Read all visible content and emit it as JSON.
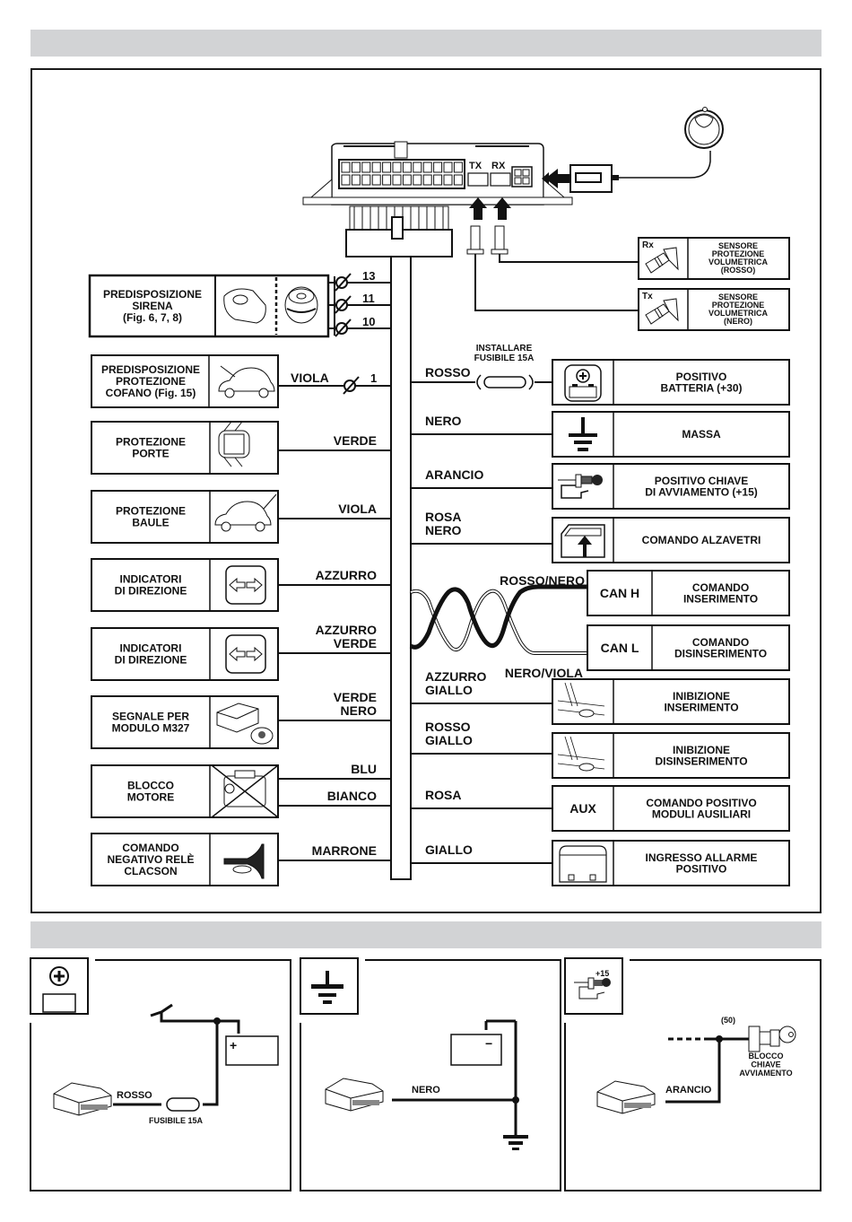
{
  "header_bar_top": {
    "text": ""
  },
  "header_bar_bottom": {
    "text": ""
  },
  "colors": {
    "ink": "#111111",
    "bar_gray": "#d2d3d5",
    "paper": "#ffffff"
  },
  "central_unit": {
    "ports": {
      "tx": "TX",
      "rx": "RX"
    }
  },
  "sensors": [
    {
      "tag": "Rx",
      "label": [
        "SENSORE",
        "PROTEZIONE",
        "VOLUMETRICA",
        "(ROSSO)"
      ]
    },
    {
      "tag": "Tx",
      "label": [
        "SENSORE",
        "PROTEZIONE",
        "VOLUMETRICA",
        "(NERO)"
      ]
    }
  ],
  "left_devices": [
    {
      "label": [
        "PREDISPOSIZIONE",
        "SIRENA",
        "(Fig. 6, 7, 8)"
      ],
      "icon": "siren-icon",
      "wires": [
        {
          "color": "",
          "pin": "13"
        },
        {
          "color": "",
          "pin": "11"
        },
        {
          "color": "",
          "pin": "10"
        }
      ]
    },
    {
      "label": [
        "PREDISPOSIZIONE",
        "PROTEZIONE",
        "COFANO (Fig. 15)"
      ],
      "icon": "car-hood-icon",
      "wires": [
        {
          "color": "VIOLA",
          "pin": "1"
        }
      ]
    },
    {
      "label": [
        "PROTEZIONE",
        "PORTE"
      ],
      "icon": "car-doors-icon",
      "wires": [
        {
          "color": [
            "VERDE"
          ]
        }
      ]
    },
    {
      "label": [
        "PROTEZIONE",
        "BAULE"
      ],
      "icon": "car-trunk-icon",
      "wires": [
        {
          "color": [
            "VIOLA"
          ]
        }
      ]
    },
    {
      "label": [
        "INDICATORI",
        "DI DIREZIONE"
      ],
      "icon": "turn-signal-icon",
      "wires": [
        {
          "color": [
            "AZZURRO"
          ]
        }
      ]
    },
    {
      "label": [
        "INDICATORI",
        "DI DIREZIONE"
      ],
      "icon": "turn-signal-icon",
      "wires": [
        {
          "color": [
            "AZZURRO",
            "VERDE"
          ]
        }
      ]
    },
    {
      "label": [
        "SEGNALE PER",
        "MODULO M327"
      ],
      "icon": "module-m327-icon",
      "wires": [
        {
          "color": [
            "VERDE",
            "NERO"
          ]
        }
      ]
    },
    {
      "label": [
        "BLOCCO",
        "MOTORE"
      ],
      "icon": "engine-blocked-icon",
      "wires": [
        {
          "color": [
            "BLU"
          ]
        },
        {
          "color": [
            "BIANCO"
          ]
        }
      ]
    },
    {
      "label": [
        "COMANDO",
        "NEGATIVO RELÈ",
        "CLACSON"
      ],
      "icon": "horn-icon",
      "wires": [
        {
          "color": [
            "MARRONE"
          ]
        }
      ]
    }
  ],
  "fuse_note": [
    "INSTALLARE",
    "FUSIBILE 15A"
  ],
  "right_devices": [
    {
      "wire": [
        "ROSSO"
      ],
      "icon": "battery-positive-icon",
      "label": [
        "POSITIVO",
        "BATTERIA (+30)"
      ]
    },
    {
      "wire": [
        "NERO"
      ],
      "icon": "ground-icon",
      "label": [
        "MASSA"
      ]
    },
    {
      "wire": [
        "ARANCIO"
      ],
      "icon": "ignition-key-icon",
      "label": [
        "POSITIVO CHIAVE",
        "DI AVVIAMENTO (+15)"
      ]
    },
    {
      "wire": [
        "ROSA",
        "NERO"
      ],
      "icon": "window-lift-icon",
      "label": [
        "COMANDO ALZAVETRI"
      ]
    },
    {
      "wire": [
        "ROSSO/NERO"
      ],
      "tag": "CAN H",
      "label": [
        "COMANDO",
        "INSERIMENTO"
      ]
    },
    {
      "wire": [
        "NERO/VIOLA"
      ],
      "tag": "CAN L",
      "label": [
        "COMANDO",
        "DISINSERIMENTO"
      ]
    },
    {
      "wire": [
        "AZZURRO",
        "GIALLO"
      ],
      "icon": "door-handle-icon",
      "label": [
        "INIBIZIONE",
        "INSERIMENTO"
      ]
    },
    {
      "wire": [
        "ROSSO",
        "GIALLO"
      ],
      "icon": "door-handle-icon",
      "label": [
        "INIBIZIONE",
        "DISINSERIMENTO"
      ]
    },
    {
      "wire": [
        "ROSA"
      ],
      "tag": "AUX",
      "label": [
        "COMANDO POSITIVO",
        "MODULI AUSILIARI"
      ]
    },
    {
      "wire": [
        "GIALLO"
      ],
      "icon": "alarm-input-icon",
      "label": [
        "INGRESSO ALLARME",
        "POSITIVO"
      ]
    }
  ],
  "bottom_panels": [
    {
      "icon": "battery-positive-icon",
      "wire": "ROSSO",
      "fuse": "FUSIBILE 15A"
    },
    {
      "icon": "ground-icon",
      "wire": "NERO"
    },
    {
      "icon": "ignition-key-icon",
      "icon_tag": "+15",
      "wire": "ARANCIO",
      "terminal": "(50)",
      "key_label": [
        "BLOCCO",
        "CHIAVE",
        "AVVIAMENTO"
      ]
    }
  ]
}
